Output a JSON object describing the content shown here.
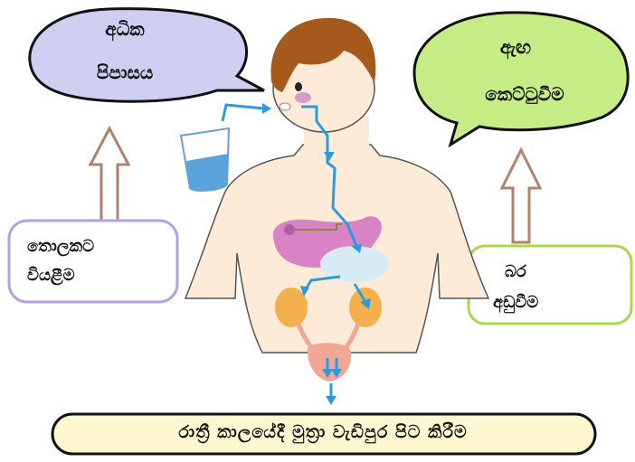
{
  "symptoms": {
    "thirst": {
      "line1": "අධික",
      "line2": "පිපාසය"
    },
    "fatigue": {
      "line1": "ඇඟ",
      "line2": "කෙට්ටුවීම"
    },
    "weight_loss_left": {
      "line1": "තොලකට",
      "line2": "වියළීම"
    },
    "weight_loss_right": {
      "line1": "බර",
      "line2": "අඩුවීම"
    },
    "night_urination": "රාත්‍රී කාලයේදී මුත්‍රා වැඩිපුර පිට කිරීම"
  },
  "colors": {
    "bubble_left": "#cfcff2",
    "bubble_right": "#c6ec86",
    "arrow_up": "#b0826a",
    "box_left_border": "#b49fe0",
    "box_right_border": "#a9d84a",
    "bottom_box": "#fff7cf",
    "flow_arrow": "#2b9be0"
  }
}
